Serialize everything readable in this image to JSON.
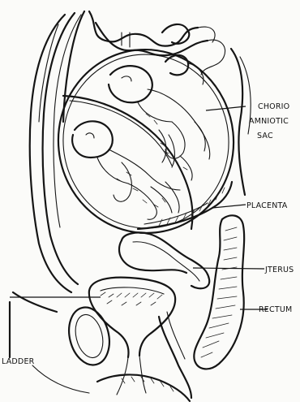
{
  "labels": {
    "chorioamniotic_sac": [
      "CHORIO",
      "AMNIOTIC",
      "SAC"
    ],
    "placenta": "PLACENTA",
    "uterus": "JTERUS",
    "rectum": "RECTUM",
    "bladder": "LADDER"
  }
}
